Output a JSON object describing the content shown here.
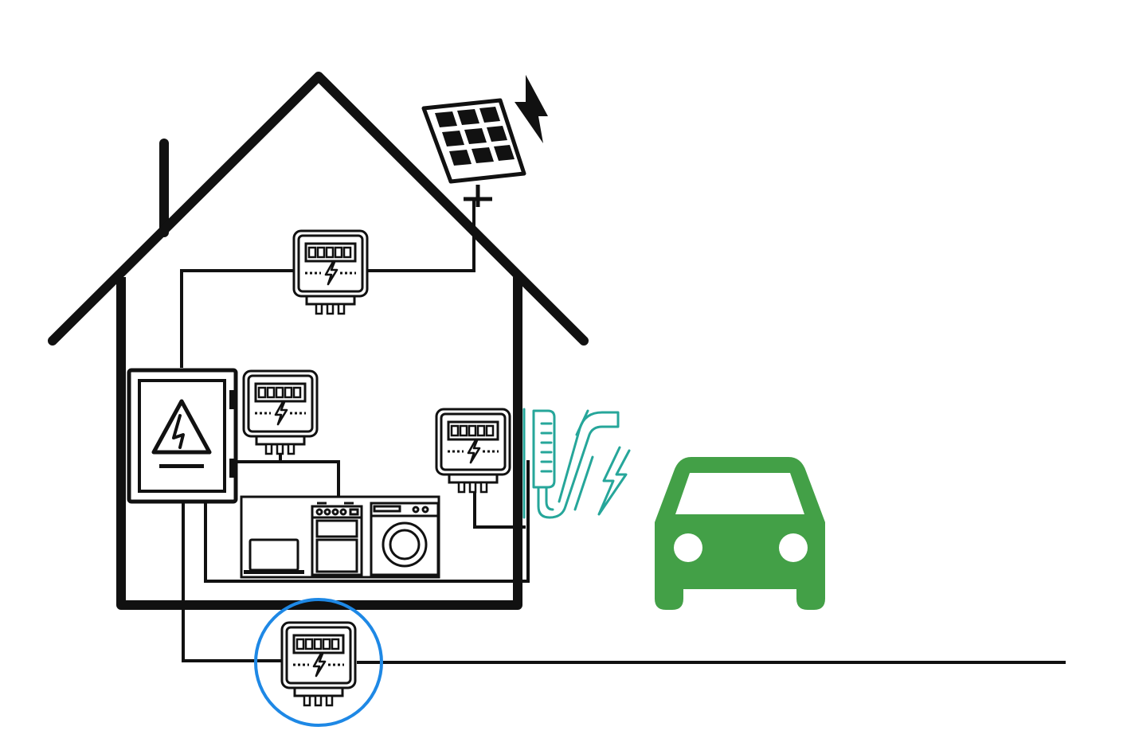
{
  "diagram": {
    "description_visible_text": [],
    "colors": {
      "line": "#111111",
      "car": "#43A047",
      "charger": "#26A69A",
      "highlight_ring": "#1E88E5",
      "background": "#FFFFFF"
    },
    "icons": [
      "house-outline",
      "solar-panel-icon",
      "lightning-bolt-icon",
      "electricity-meter-icon",
      "distribution-board-icon",
      "high-voltage-warning-icon",
      "laptop-icon",
      "oven-icon",
      "washing-machine-icon",
      "ev-charger-icon",
      "car-icon",
      "grid-connection-line"
    ],
    "meters": [
      {
        "id": "solar-meter"
      },
      {
        "id": "household-meter"
      },
      {
        "id": "ev-charger-meter"
      },
      {
        "id": "grid-meter",
        "highlighted": true
      }
    ]
  }
}
